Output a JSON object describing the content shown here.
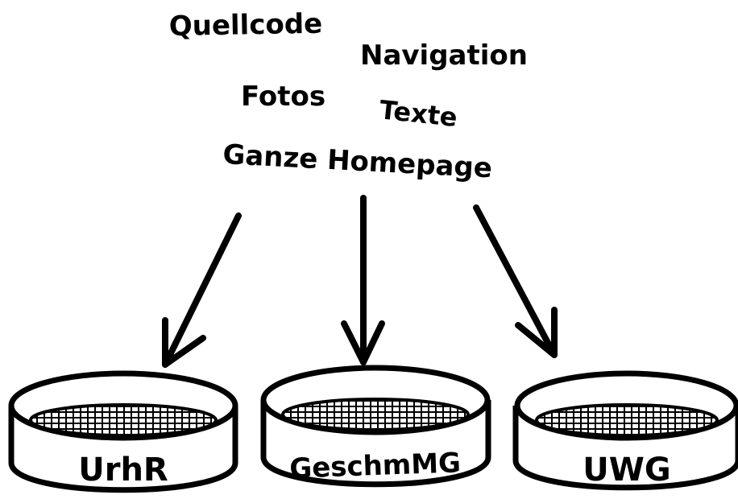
{
  "content_items": [
    {
      "id": "quellcode",
      "label": "Quellcode"
    },
    {
      "id": "navigation",
      "label": "Navigation"
    },
    {
      "id": "fotos",
      "label": "Fotos"
    },
    {
      "id": "texte",
      "label": "Texte"
    },
    {
      "id": "ganze-homepage",
      "label": "Ganze Homepage"
    }
  ],
  "sieves": [
    {
      "id": "urhr",
      "label": "UrhR"
    },
    {
      "id": "geschmmg",
      "label": "GeschmMG"
    },
    {
      "id": "uwg",
      "label": "UWG"
    }
  ],
  "colors": {
    "ink": "#000000",
    "background": "#ffffff"
  }
}
